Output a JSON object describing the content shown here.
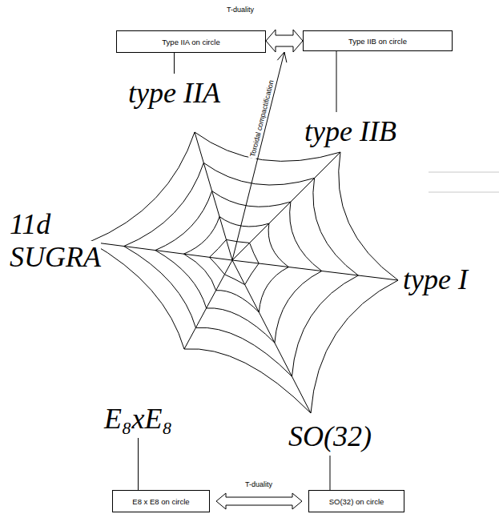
{
  "diagram": {
    "nodes": [
      {
        "text": [
          "Type IIA on circle"
        ]
      },
      {
        "text": [
          "Type IIB on circle"
        ]
      },
      {
        "text": [
          "type IIA"
        ]
      },
      {
        "text": [
          "type IIB"
        ]
      },
      {
        "text": [
          "11d SUGRA"
        ]
      },
      {
        "text": [
          "type I"
        ]
      },
      {
        "text": [
          "E₈xE₈"
        ]
      },
      {
        "text": [
          "SO(32)"
        ]
      },
      {
        "text": [
          "E8 x E8 on circle"
        ]
      },
      {
        "text": [
          "SO(32) on circle"
        ]
      }
    ],
    "edges": [
      {
        "from": 0,
        "to": 1,
        "arrow": "both",
        "label": "T-duality"
      },
      {
        "from": 0,
        "to": 2,
        "arrow": "none"
      },
      {
        "from": 1,
        "to": 3,
        "arrow": "none"
      },
      {
        "from": 8,
        "to": 9,
        "arrow": "both",
        "label": "T-duality"
      },
      {
        "from": 6,
        "to": 8,
        "arrow": "none"
      },
      {
        "from": 7,
        "to": 9,
        "arrow": "none"
      }
    ],
    "labels": [
      "Toroidal compactification"
    ]
  }
}
